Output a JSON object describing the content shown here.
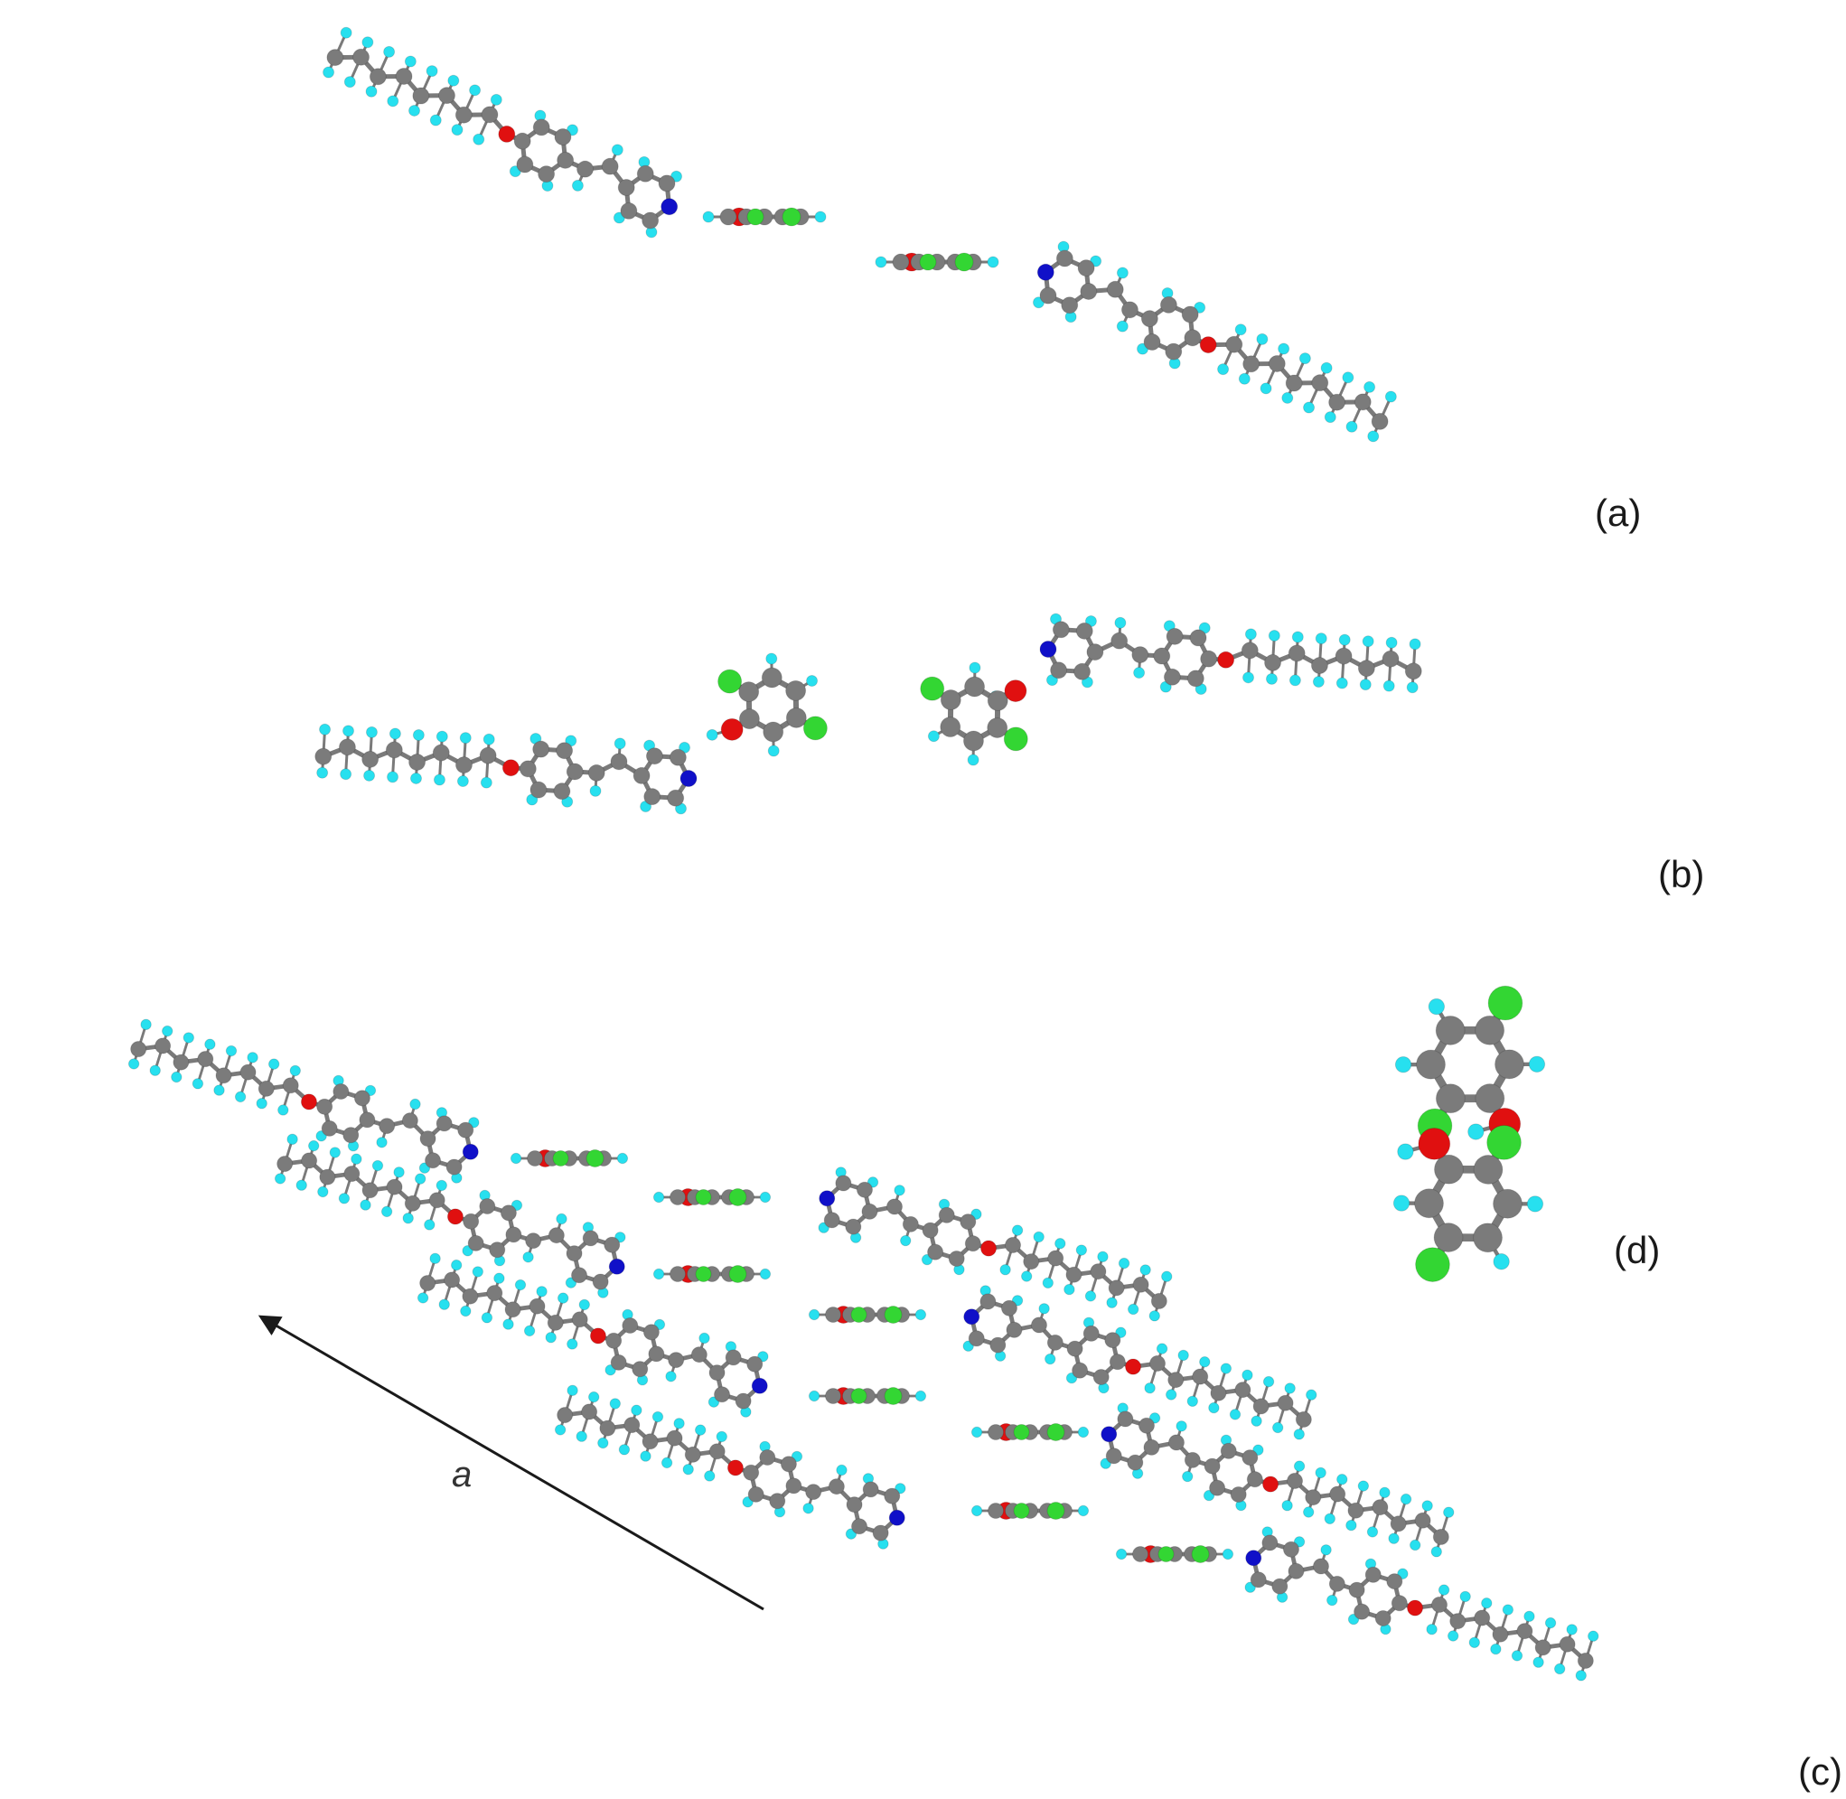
{
  "figure": {
    "panels": [
      {
        "id": "a",
        "label": "(a)"
      },
      {
        "id": "b",
        "label": "(b)"
      },
      {
        "id": "c",
        "label": "(c)"
      },
      {
        "id": "d",
        "label": "(d)"
      }
    ],
    "axis_label": "a",
    "atom_colors": {
      "carbon": "#7b7b7b",
      "hydrogen": "#27e0ef",
      "oxygen": "#e01010",
      "nitrogen": "#1010c8",
      "chlorine": "#33d633"
    },
    "arrow_color": "#1a1a1a"
  }
}
